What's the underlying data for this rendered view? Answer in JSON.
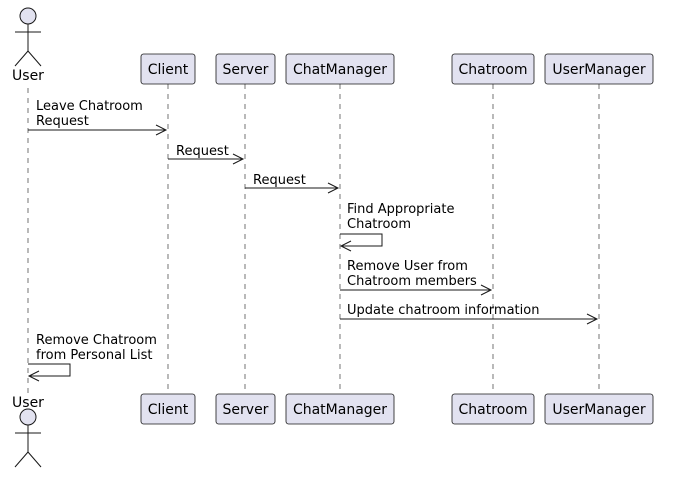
{
  "participants": [
    {
      "id": "user",
      "label": "User",
      "kind": "actor"
    },
    {
      "id": "client",
      "label": "Client",
      "kind": "box"
    },
    {
      "id": "server",
      "label": "Server",
      "kind": "box"
    },
    {
      "id": "chatmanager",
      "label": "ChatManager",
      "kind": "box"
    },
    {
      "id": "chatroom",
      "label": "Chatroom",
      "kind": "box"
    },
    {
      "id": "usermanager",
      "label": "UserManager",
      "kind": "box"
    }
  ],
  "messages": [
    {
      "from": "user",
      "to": "client",
      "lines": [
        "Leave Chatroom",
        "Request"
      ]
    },
    {
      "from": "client",
      "to": "server",
      "lines": [
        "Request"
      ]
    },
    {
      "from": "server",
      "to": "chatmanager",
      "lines": [
        "Request"
      ]
    },
    {
      "from": "chatmanager",
      "to": "chatmanager",
      "lines": [
        "Find Appropriate",
        "Chatroom"
      ]
    },
    {
      "from": "chatmanager",
      "to": "chatroom",
      "lines": [
        "Remove User from",
        "Chatroom members"
      ]
    },
    {
      "from": "chatmanager",
      "to": "usermanager",
      "lines": [
        "Update chatroom information"
      ]
    },
    {
      "from": "user",
      "to": "user",
      "lines": [
        "Remove Chatroom",
        "from Personal List"
      ]
    }
  ]
}
